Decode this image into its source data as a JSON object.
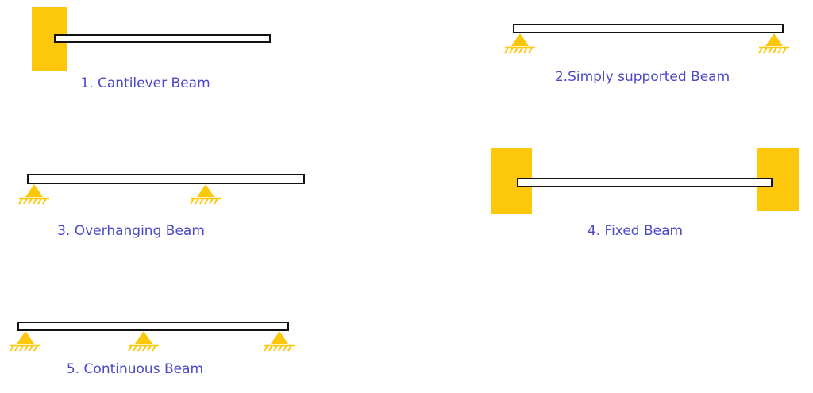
{
  "colors": {
    "support": "#fdc70c",
    "beam_fill": "#ffffff",
    "beam_stroke": "#111111",
    "caption": "#4a48c8"
  },
  "beams": [
    {
      "id": "cantilever",
      "label": "1. Cantilever Beam",
      "supports": [
        "fixed-wall-left"
      ]
    },
    {
      "id": "simply-supported",
      "label": "2.Simply supported Beam",
      "supports": [
        "pin",
        "pin"
      ]
    },
    {
      "id": "overhanging",
      "label": "3. Overhanging Beam",
      "supports": [
        "pin",
        "pin"
      ]
    },
    {
      "id": "fixed",
      "label": "4. Fixed Beam",
      "supports": [
        "fixed-wall-left",
        "fixed-wall-right"
      ]
    },
    {
      "id": "continuous",
      "label": "5. Continuous Beam",
      "supports": [
        "pin",
        "pin",
        "pin"
      ]
    }
  ]
}
